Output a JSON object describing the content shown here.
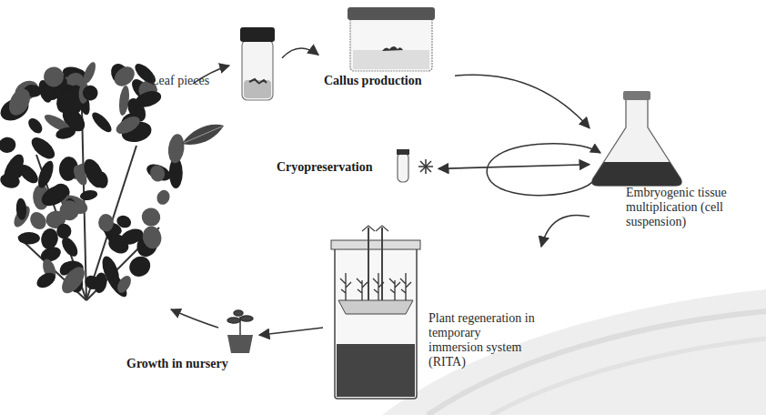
{
  "diagram": {
    "nodes": [
      {
        "text": [
          "Leaf pieces"
        ]
      },
      {
        "text": [
          "Callus production"
        ]
      },
      {
        "text": [
          "Embryogenic tissue multiplication (cell suspension)"
        ]
      },
      {
        "text": [
          "Cryopreservation"
        ]
      },
      {
        "text": [
          "Plant regeneration in temporary immersion system (RITA)"
        ]
      },
      {
        "text": [
          "Growth in nursery"
        ]
      }
    ],
    "edges": [
      {
        "from": 0,
        "to": 1,
        "arrow": "to"
      },
      {
        "from": 1,
        "to": 2,
        "arrow": "to"
      },
      {
        "from": 3,
        "to": 2,
        "arrow": "both"
      },
      {
        "from": 2,
        "to": 4,
        "arrow": "to"
      },
      {
        "from": 4,
        "to": 5,
        "arrow": "to"
      }
    ]
  }
}
